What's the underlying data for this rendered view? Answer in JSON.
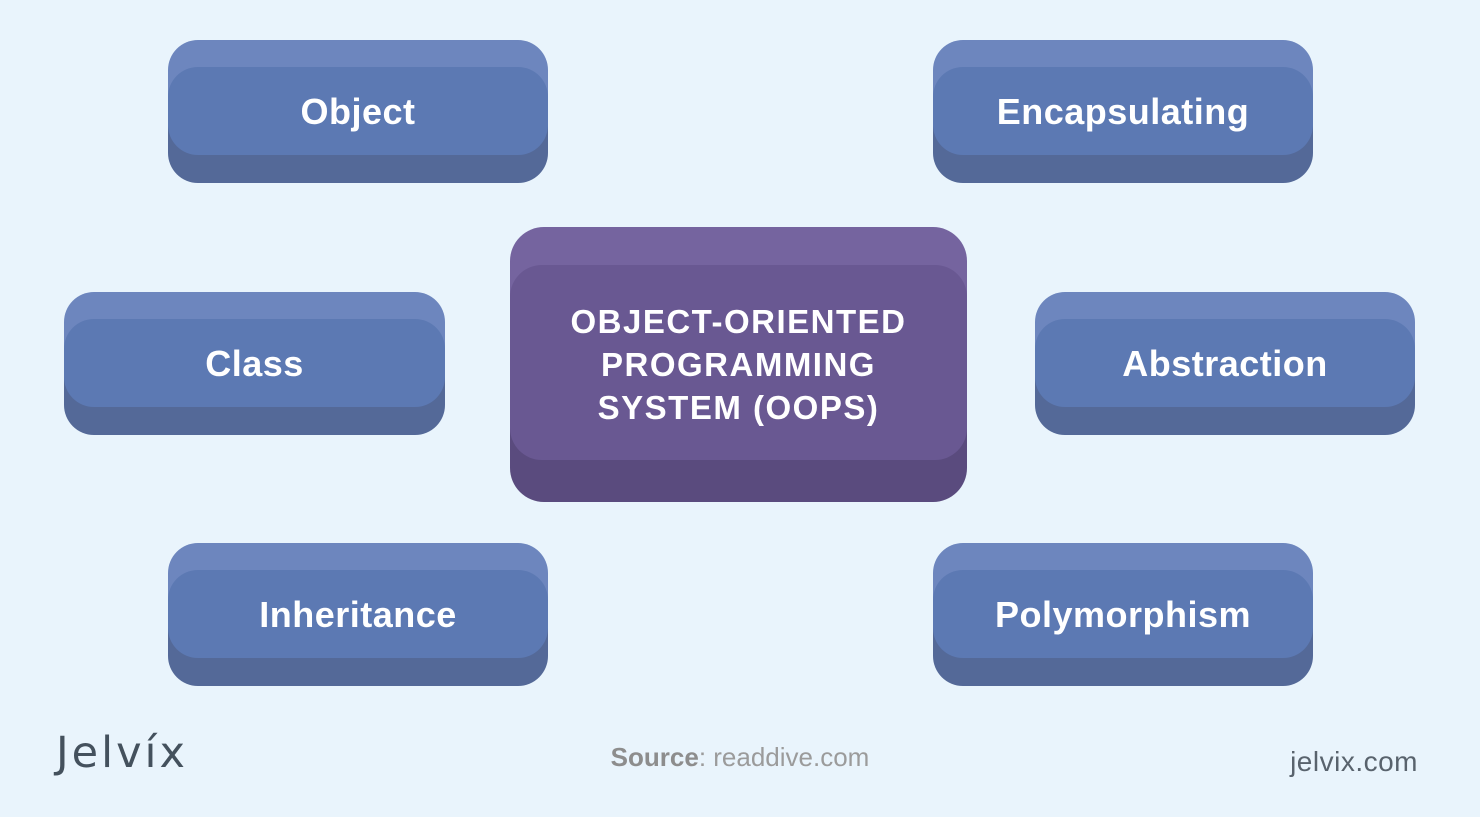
{
  "diagram": {
    "center": {
      "lines": [
        "OBJECT-ORIENTED",
        "PROGRAMMING",
        "SYSTEM (OOPS)"
      ]
    },
    "nodes": [
      {
        "id": "object",
        "label": "Object"
      },
      {
        "id": "encapsulating",
        "label": "Encapsulating"
      },
      {
        "id": "class",
        "label": "Class"
      },
      {
        "id": "abstraction",
        "label": "Abstraction"
      },
      {
        "id": "inheritance",
        "label": "Inheritance"
      },
      {
        "id": "polymorphism",
        "label": "Polymorphism"
      }
    ]
  },
  "footer": {
    "logo_text": "Jelvíx",
    "source_label": "Source",
    "source_value": ": readdive.com",
    "website": "jelvix.com"
  },
  "colors": {
    "background": "#e9f4fc",
    "blue_top": "#6d86be",
    "blue_body": "#5c79b3",
    "blue_bottom": "#546998",
    "purple_top": "#75649f",
    "purple_body": "#695892",
    "purple_bottom": "#5a4b7e",
    "node_text": "#ffffff",
    "logo_color": "#44515d",
    "source_label_color": "#8d8d8d",
    "source_color": "#9b9b9b",
    "website_color": "#59636d"
  }
}
